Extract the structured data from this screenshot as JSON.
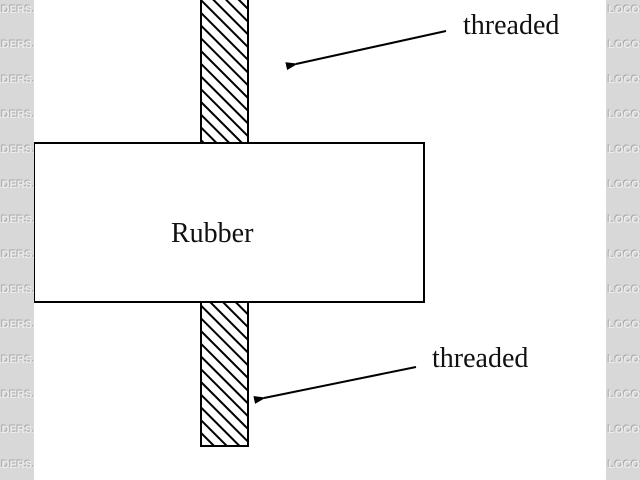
{
  "watermark": {
    "left_text": "LOCOSTBUILDERS.CO.UK",
    "right_text": "LOCOSTBUILDERS.CO.UK"
  },
  "diagram": {
    "block_label": "Rubber",
    "top_label": "threaded",
    "bottom_label": "threaded"
  },
  "colors": {
    "background": "#ffffff",
    "stroke": "#000000",
    "watermark": "#d8d8d8"
  }
}
